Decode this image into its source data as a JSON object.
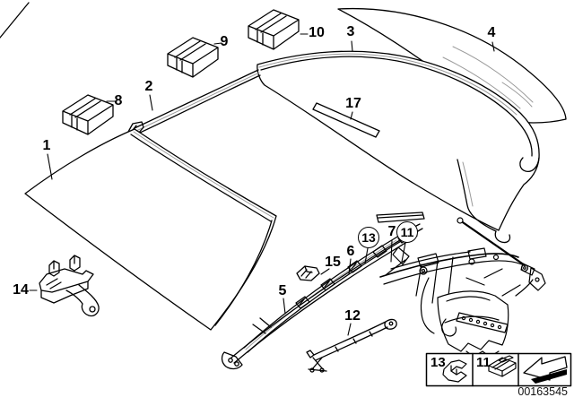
{
  "diagram": {
    "callouts": [
      {
        "label": "1"
      },
      {
        "label": "2"
      },
      {
        "label": "3"
      },
      {
        "label": "4"
      },
      {
        "label": "5"
      },
      {
        "label": "6"
      },
      {
        "label": "7"
      },
      {
        "label": "8"
      },
      {
        "label": "9"
      },
      {
        "label": "10"
      },
      {
        "label": "12"
      },
      {
        "label": "14"
      },
      {
        "label": "15"
      },
      {
        "label": "17"
      }
    ],
    "circled_callouts": [
      {
        "label": "13"
      },
      {
        "label": "11"
      }
    ],
    "legend": {
      "cell1_label": "13",
      "cell2_label": "11",
      "icons": [
        "clip-icon",
        "pad-icon",
        "direction-arrow-icon"
      ]
    },
    "part_number": "00163545",
    "colors": {
      "line": "#000000",
      "highlight": "#9a9a9a",
      "background": "#ffffff"
    }
  }
}
